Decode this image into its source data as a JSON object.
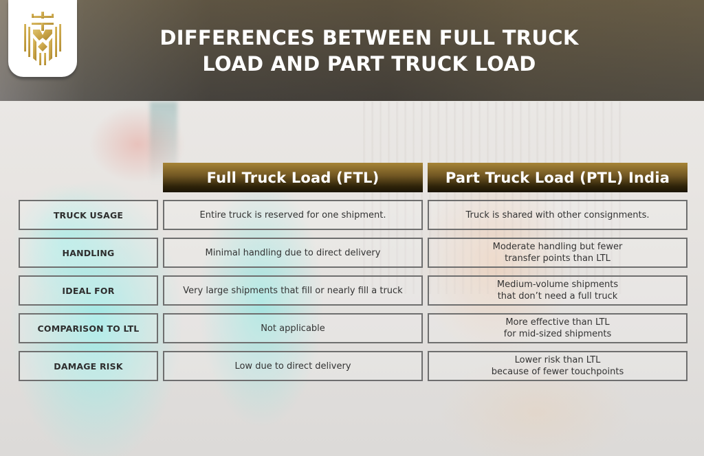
{
  "header": {
    "title": "DIFFERENCES BETWEEN FULL TRUCK LOAD AND PART TRUCK LOAD",
    "title_line1": "DIFFERENCES BETWEEN FULL TRUCK",
    "title_line2": "LOAD AND PART TRUCK LOAD"
  },
  "logo": {
    "icon": "crowned-lion-shield-icon",
    "color": "#c9a84c"
  },
  "table": {
    "columns": [
      {
        "label": "Full Truck Load (FTL)"
      },
      {
        "label": "Part Truck Load (PTL) India"
      }
    ],
    "rows": [
      {
        "label": "TRUCK USAGE",
        "ftl": "Entire truck is reserved for one shipment.",
        "ptl": "Truck is shared with other consignments."
      },
      {
        "label": "HANDLING",
        "ftl": "Minimal handling due to direct delivery",
        "ptl": "Moderate handling but fewer\ntransfer points than LTL"
      },
      {
        "label": "IDEAL FOR",
        "ftl": "Very large shipments that fill or nearly fill a truck",
        "ptl": "Medium-volume shipments\nthat don’t need a full truck"
      },
      {
        "label": "COMPARISON TO LTL",
        "ftl": "Not applicable",
        "ptl": "More effective than LTL\nfor mid-sized shipments"
      },
      {
        "label": "DAMAGE RISK",
        "ftl": "Low due to direct delivery",
        "ptl": "Lower risk than LTL\nbecause of fewer touchpoints"
      }
    ]
  },
  "colors": {
    "header_gold_top": "#a68437",
    "header_gold_bottom": "#1b1405",
    "border": "#6e6e6e",
    "text": "#333333",
    "title_text": "#ffffff"
  }
}
